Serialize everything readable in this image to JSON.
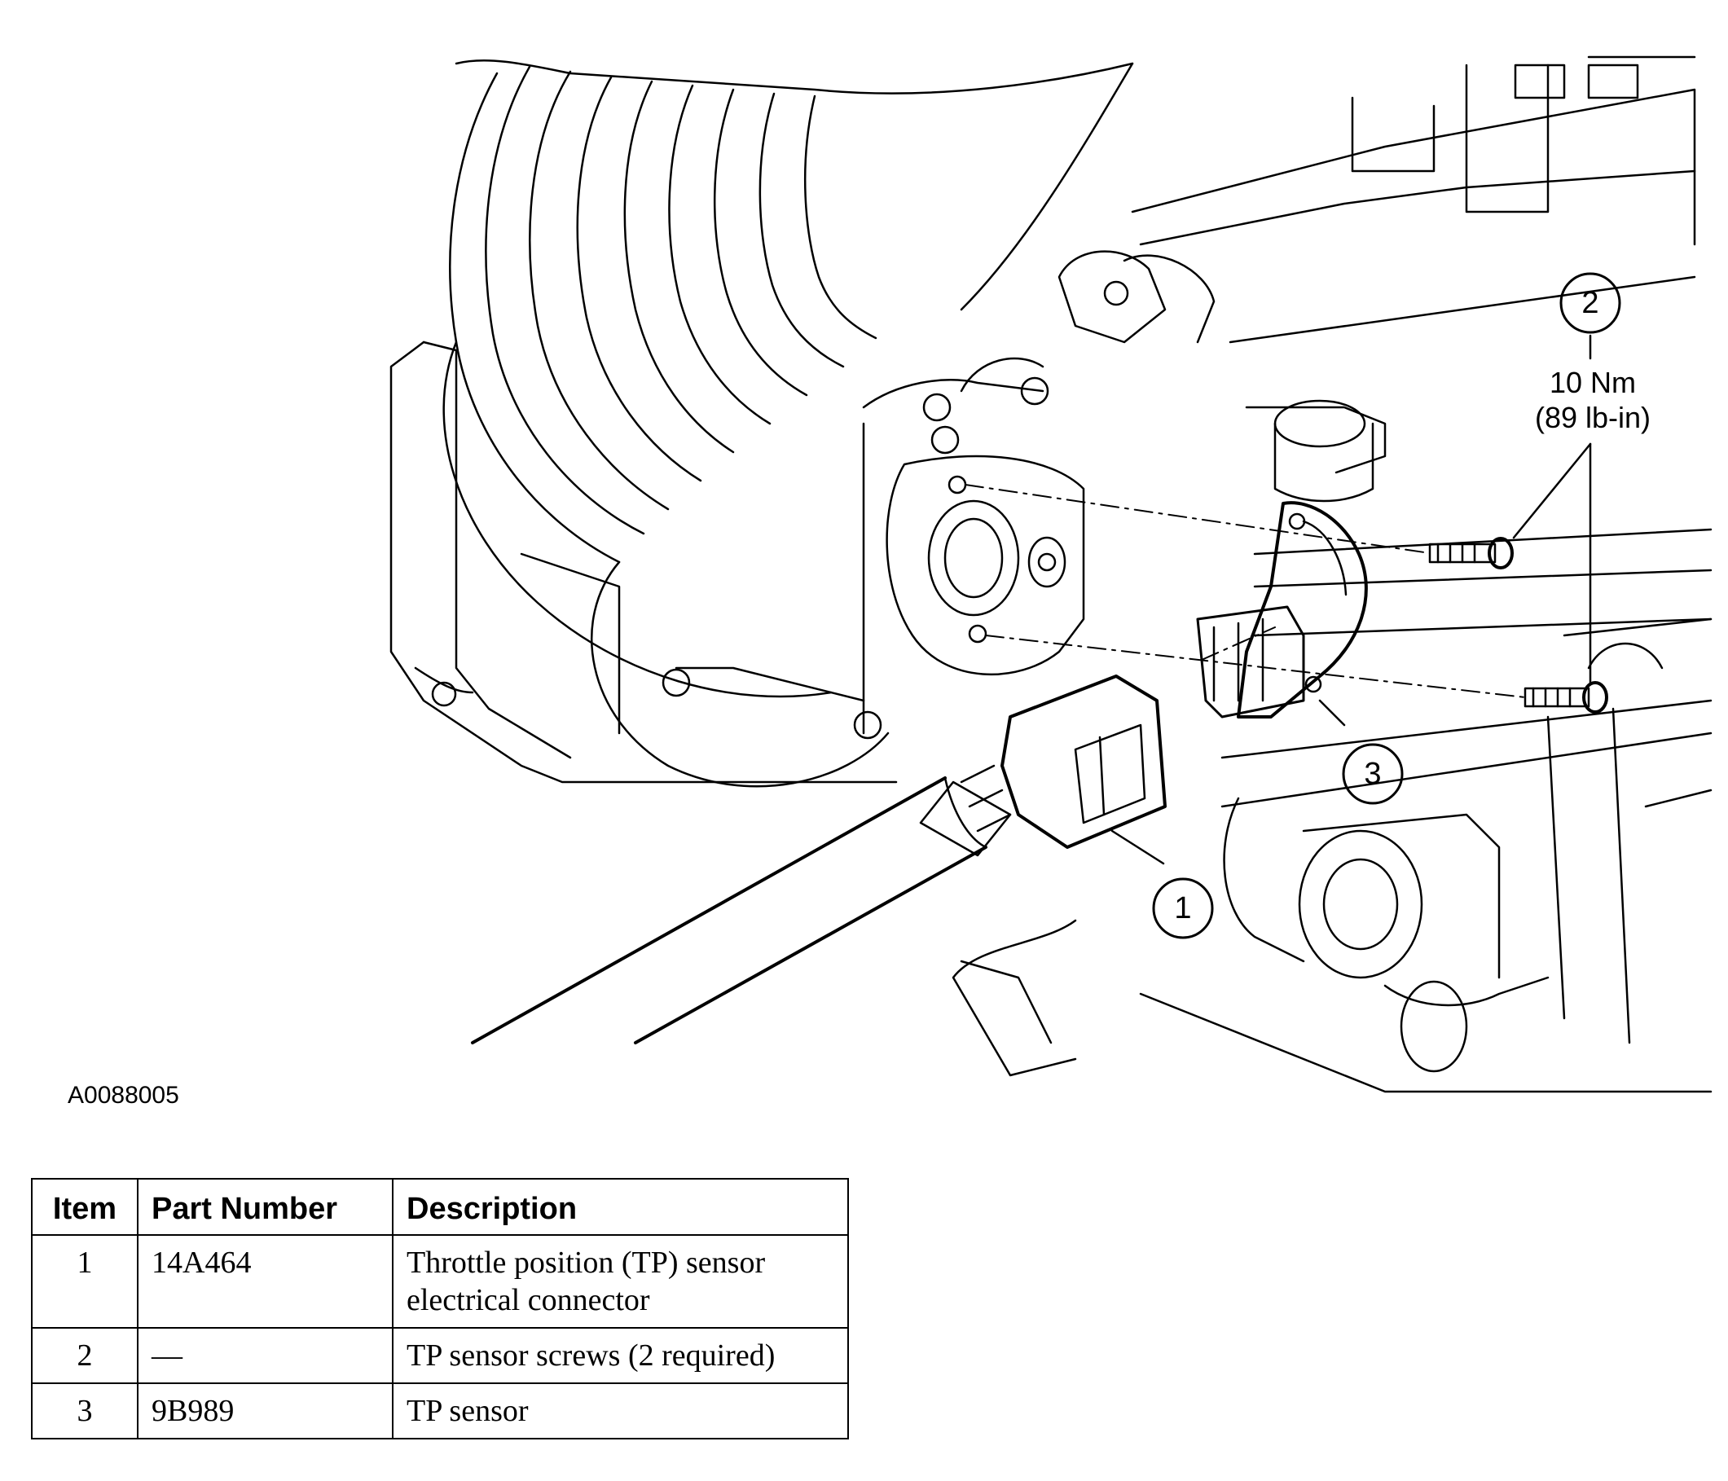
{
  "figure": {
    "id": "A0088005",
    "callouts": [
      {
        "number": "1"
      },
      {
        "number": "2"
      },
      {
        "number": "3"
      }
    ],
    "torque_spec": {
      "line1": "10 Nm",
      "line2": "(89 lb-in)"
    }
  },
  "table": {
    "headers": {
      "item": "Item",
      "part_number": "Part Number",
      "description": "Description"
    },
    "rows": [
      {
        "item": "1",
        "part_number": "14A464",
        "description": "Throttle position (TP) sensor electrical connector"
      },
      {
        "item": "2",
        "part_number": "—",
        "description": "TP sensor screws (2 required)"
      },
      {
        "item": "3",
        "part_number": "9B989",
        "description": "TP sensor"
      }
    ]
  }
}
